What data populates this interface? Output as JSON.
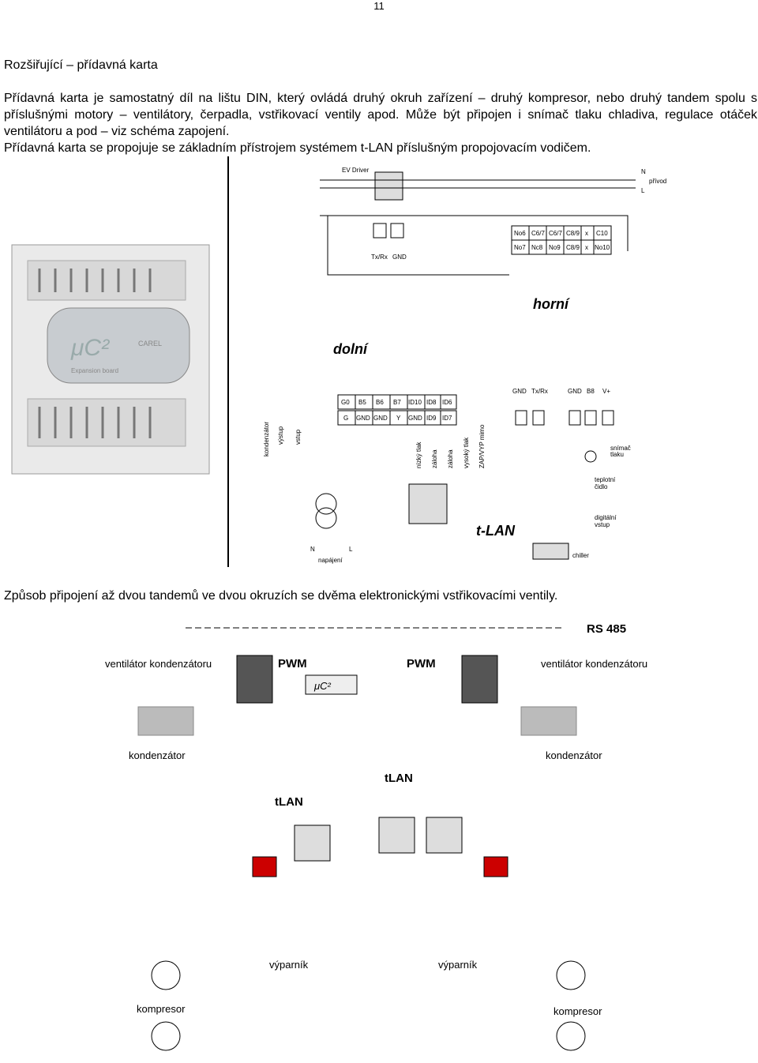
{
  "page_number": "11",
  "section_heading": "Rozšiřující – přídavná karta",
  "paragraphs": [
    "Přídavná karta je samostatný díl na lištu DIN, který ovládá druhý okruh zařízení – druhý kompresor, nebo druhý tandem spolu s příslušnými motory – ventilátory, čerpadla, vstřikovací ventily apod. Může být připojen i snímač tlaku chladiva, regulace otáček ventilátoru a pod – viz schéma zapojení.",
    "Přídavná karta se propojuje se základním přístrojem systémem t-LAN příslušným propojovacím vodičem."
  ],
  "device_photo": {
    "logo": "μC²",
    "brand": "CAREL",
    "subtitle": "Expansion board"
  },
  "wiring": {
    "ev_driver": "EV Driver",
    "txrx": "Tx/Rx",
    "gnd": "GND",
    "n": "N",
    "prívod": "přívod",
    "l": "L",
    "top_row1": [
      "No6",
      "C6/7",
      "C6/7",
      "C8/9",
      "x",
      "C10"
    ],
    "top_row2": [
      "No7",
      "Nc8",
      "No9",
      "C8/9",
      "x",
      "No10"
    ],
    "horni": "horní",
    "dolni": "dolní",
    "bot_row1": [
      "G0",
      "B5",
      "B6",
      "B7",
      "ID10",
      "ID8",
      "ID6"
    ],
    "bot_row2": [
      "G",
      "GND",
      "GND",
      "Y",
      "GND",
      "ID9",
      "ID7"
    ],
    "right_hdr1": "GND",
    "right_hdr2": "Tx/Rx",
    "right_hdr3": "GND",
    "right_hdr4": "B8",
    "right_hdr5": "V+",
    "vert_left": [
      "kondenzátor",
      "výstup",
      "vstup"
    ],
    "vert_mid": [
      "nízký tlak",
      "záloha",
      "záloha",
      "vysoký tlak",
      "ZAP/VYP mimo"
    ],
    "snimac": "snímač",
    "tlaku": "tlaku",
    "teplotni": "teplotní",
    "cidlo": "čidlo",
    "digitalni": "digitální",
    "vstup": "vstup",
    "tlan": "t-LAN",
    "napajeni": "napájení",
    "chiller": "chiller"
  },
  "figure_caption": "Způsob připojení až dvou tandemů ve dvou okruzích se dvěma elektronickými vstřikovacími ventily.",
  "schematic": {
    "rs485": "RS 485",
    "pwm": "PWM",
    "fan_left": "ventilátor kondenzátoru",
    "fan_right": "ventilátor kondenzátoru",
    "kondenzator": "kondenzátor",
    "tlan": "tLAN",
    "vyparnik": "výparník",
    "kompresor": "kompresor",
    "uc2": "μC²"
  }
}
